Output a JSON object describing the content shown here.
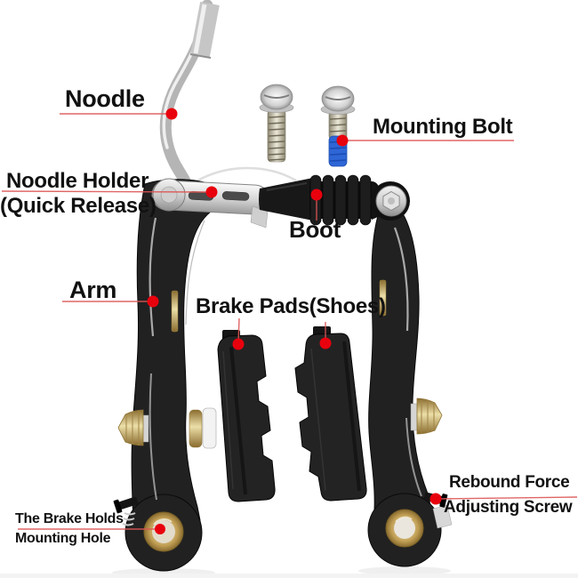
{
  "page": {
    "background": "#ffffff"
  },
  "colors": {
    "label_text": "#111111",
    "leader_line": "#dd5555",
    "marker_dot": "#e8000d",
    "threadlock_blue": "#2f66d6",
    "brass": "#c2a160",
    "metal_silver": "#c9c9c9",
    "part_black": "#1d1d1d"
  },
  "diagram": {
    "labels": {
      "noodle": "Noodle",
      "mounting_bolt": "Mounting Bolt",
      "noodle_holder_1": "Noodle Holder",
      "noodle_holder_2": "(Quick Release)",
      "boot": "Boot",
      "arm": "Arm",
      "brake_pads": "Brake Pads(Shoes)",
      "mounting_hole_1": "The Brake Holds",
      "mounting_hole_2": "Mounting Hole",
      "rebound_1": "Rebound Force",
      "rebound_2": "Adjusting Screw"
    }
  }
}
